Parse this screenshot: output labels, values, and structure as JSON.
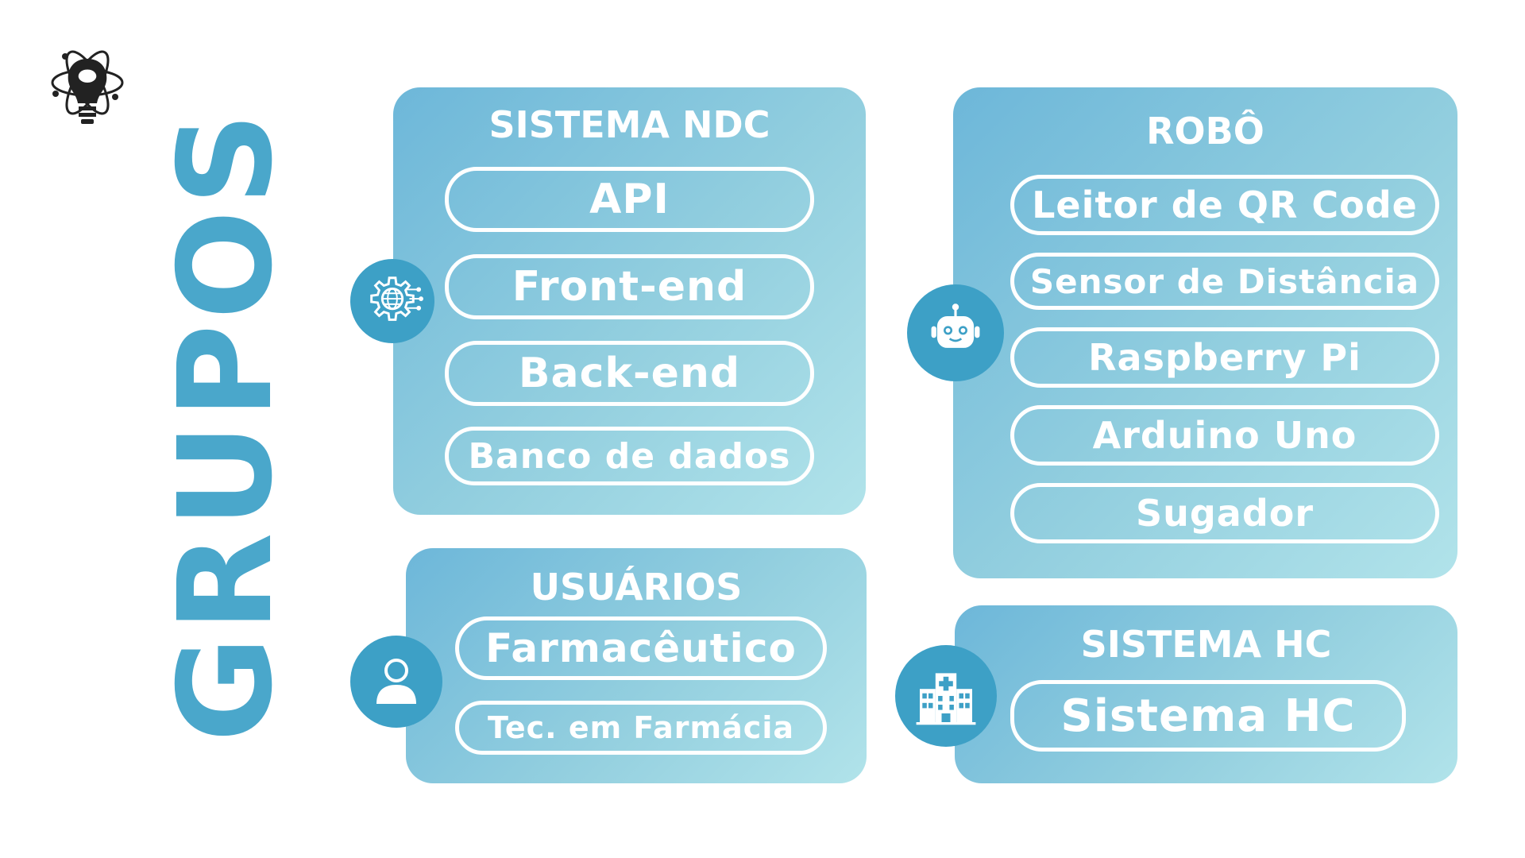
{
  "page": {
    "title": "GRUPOS"
  },
  "colors": {
    "accent": "#4aa7cb",
    "icon_bg": "#3da0c6",
    "card_start": "#6db7d9",
    "card_end": "#b1e3ea",
    "text": "#ffffff"
  },
  "groups": {
    "sistema_ndc": {
      "title": "SISTEMA NDC",
      "icon": "gear-globe-icon",
      "items": [
        "API",
        "Front-end",
        "Back-end",
        "Banco de dados"
      ]
    },
    "robo": {
      "title": "ROBÔ",
      "icon": "robot-icon",
      "items": [
        "Leitor de QR Code",
        "Sensor de Distância",
        "Raspberry Pi",
        "Arduino Uno",
        "Sugador"
      ]
    },
    "usuarios": {
      "title": "USUÁRIOS",
      "icon": "user-icon",
      "items": [
        "Farmacêutico",
        "Tec. em Farmácia"
      ]
    },
    "sistema_hc": {
      "title": "SISTEMA HC",
      "icon": "hospital-icon",
      "items": [
        "Sistema HC"
      ]
    }
  }
}
